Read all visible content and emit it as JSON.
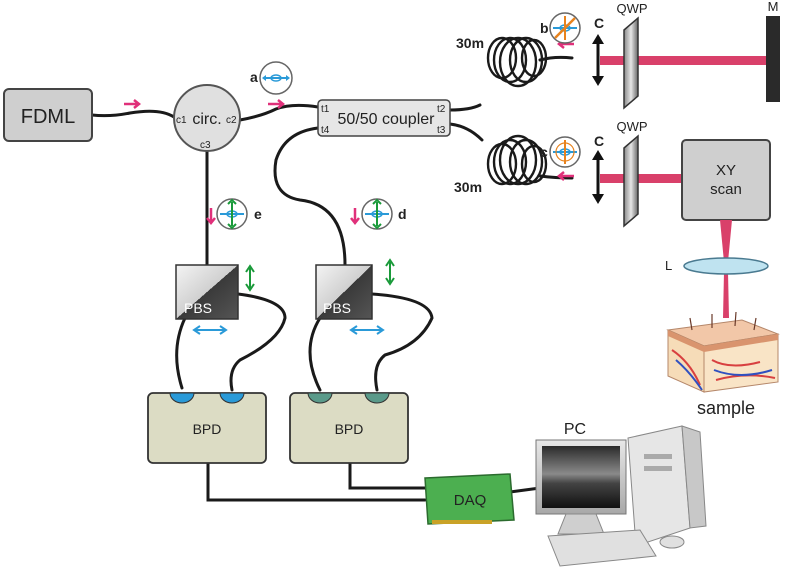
{
  "components": {
    "fdml": "FDML",
    "circulator": "circ.",
    "coupler": "50/50 coupler",
    "pbs_1": "PBS",
    "pbs_2": "PBS",
    "bpd_1": "BPD",
    "bpd_2": "BPD",
    "daq": "DAQ",
    "pc": "PC",
    "xy_scan_line1": "XY",
    "xy_scan_line2": "scan",
    "lens": "L",
    "sample": "sample",
    "mirror": "M",
    "qwp_ref": "QWP",
    "qwp_sample": "QWP",
    "collimator_ref": "C",
    "collimator_sample": "C",
    "fiber_ref": "30m",
    "fiber_sample": "30m"
  },
  "ports": {
    "c1": "c1",
    "c2": "c2",
    "c3": "c3",
    "t1": "t1",
    "t2": "t2",
    "t3": "t3",
    "t4": "t4"
  },
  "polarization_labels": {
    "a": "a",
    "b": "b",
    "c": "c",
    "d": "d",
    "e": "e"
  },
  "colors": {
    "beam": "#d9406a",
    "arrow_pink": "#e0307a",
    "arrow_green": "#1a9a3a",
    "arrow_blue": "#2a9ad8",
    "arrow_orange": "#e8831e",
    "bpd_fill": "#dcdcc4",
    "daq_fill": "#4caf50",
    "lens_fill": "#bfe3f0"
  },
  "icons": {
    "polarization_state": "polarization-circle-icon",
    "computer": "desktop-computer-icon",
    "skin_sample": "skin-tissue-icon"
  }
}
